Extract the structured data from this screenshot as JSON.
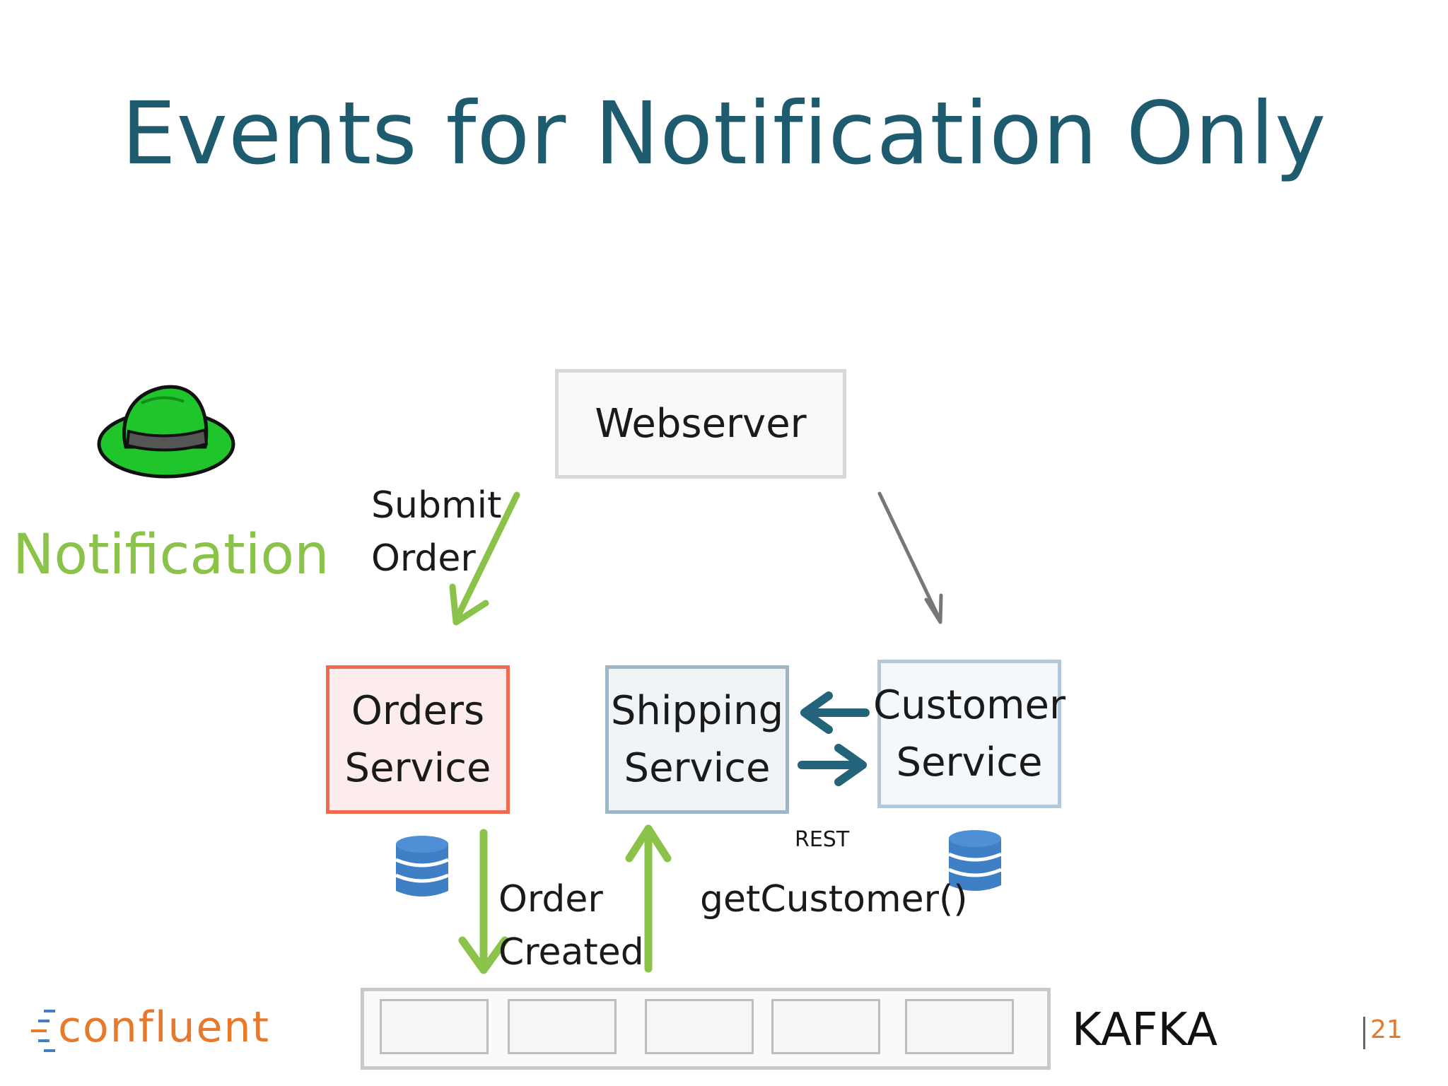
{
  "title": "Events for Notification Only",
  "sidebar": {
    "label": "Notification",
    "hat_icon": "green-fedora-icon"
  },
  "nodes": {
    "webserver": "Webserver",
    "orders": [
      "Orders",
      "Service"
    ],
    "shipping": [
      "Shipping",
      "Service"
    ],
    "customer": [
      "Customer",
      "Service"
    ]
  },
  "edges": {
    "submit_order": [
      "Submit",
      "Order"
    ],
    "order_created": [
      "Order",
      "Created"
    ],
    "rest": "REST",
    "get_customer": "getCustomer()"
  },
  "kafka": {
    "label": "KAFKA",
    "partitions": 5
  },
  "footer": {
    "brand": "confluent",
    "page_number": "21"
  },
  "colors": {
    "title": "#1f5b6e",
    "event_arrow": "#8bc34a",
    "rest_arrow": "#23647a",
    "webserver_arrow": "#777777",
    "orders_border": "#ef6a4f",
    "database": "#3f7fc6",
    "hat": "#1fc52b",
    "brand": "#e8782a"
  }
}
